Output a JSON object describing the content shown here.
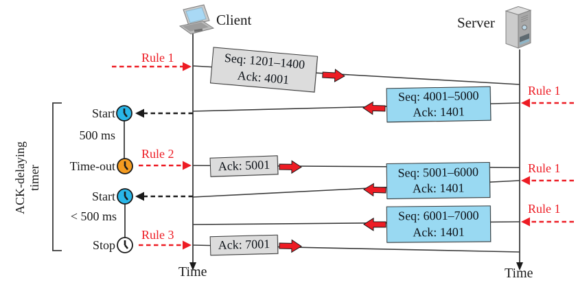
{
  "endpoints": {
    "client_label": "Client",
    "server_label": "Server"
  },
  "axis": {
    "client_time_label": "Time",
    "server_time_label": "Time"
  },
  "timer_bracket": {
    "label_line1": "ACK-delaying",
    "label_line2": "timer"
  },
  "timer_events": {
    "start1": "Start",
    "interval1": "500 ms",
    "timeout": "Time-out",
    "start2": "Start",
    "interval2": "< 500 ms",
    "stop": "Stop"
  },
  "rules": {
    "client1": "Rule 1",
    "client2": "Rule 2",
    "client3": "Rule 3",
    "server1": "Rule 1",
    "server2": "Rule 1",
    "server3": "Rule 1"
  },
  "segments": {
    "seg1": {
      "line1": "Seq: 1201–1400",
      "line2": "Ack: 4001"
    },
    "seg2": {
      "line1": "Seq: 4001–5000",
      "line2": "Ack: 1401"
    },
    "seg3": {
      "line1": "Ack: 5001"
    },
    "seg4": {
      "line1": "Seq: 5001–6000",
      "line2": "Ack: 1401"
    },
    "seg5": {
      "line1": "Seq: 6001–7000",
      "line2": "Ack: 1401"
    },
    "seg6": {
      "line1": "Ack: 7001"
    }
  },
  "icons": {
    "client": "laptop-icon",
    "server": "server-tower-icon",
    "timer_start1": "clock-icon-blue",
    "timer_timeout": "clock-icon-orange",
    "timer_start2": "clock-icon-blue",
    "timer_stop": "clock-icon-white"
  },
  "colors": {
    "rule_red": "#ed1c24",
    "segment_blue": "#99d9f2",
    "segment_gray": "#dcdcdc",
    "clock_blue": "#29b6e8",
    "clock_orange": "#f49b20",
    "clock_white": "#ffffff",
    "line_dark": "#3a3a3a"
  }
}
